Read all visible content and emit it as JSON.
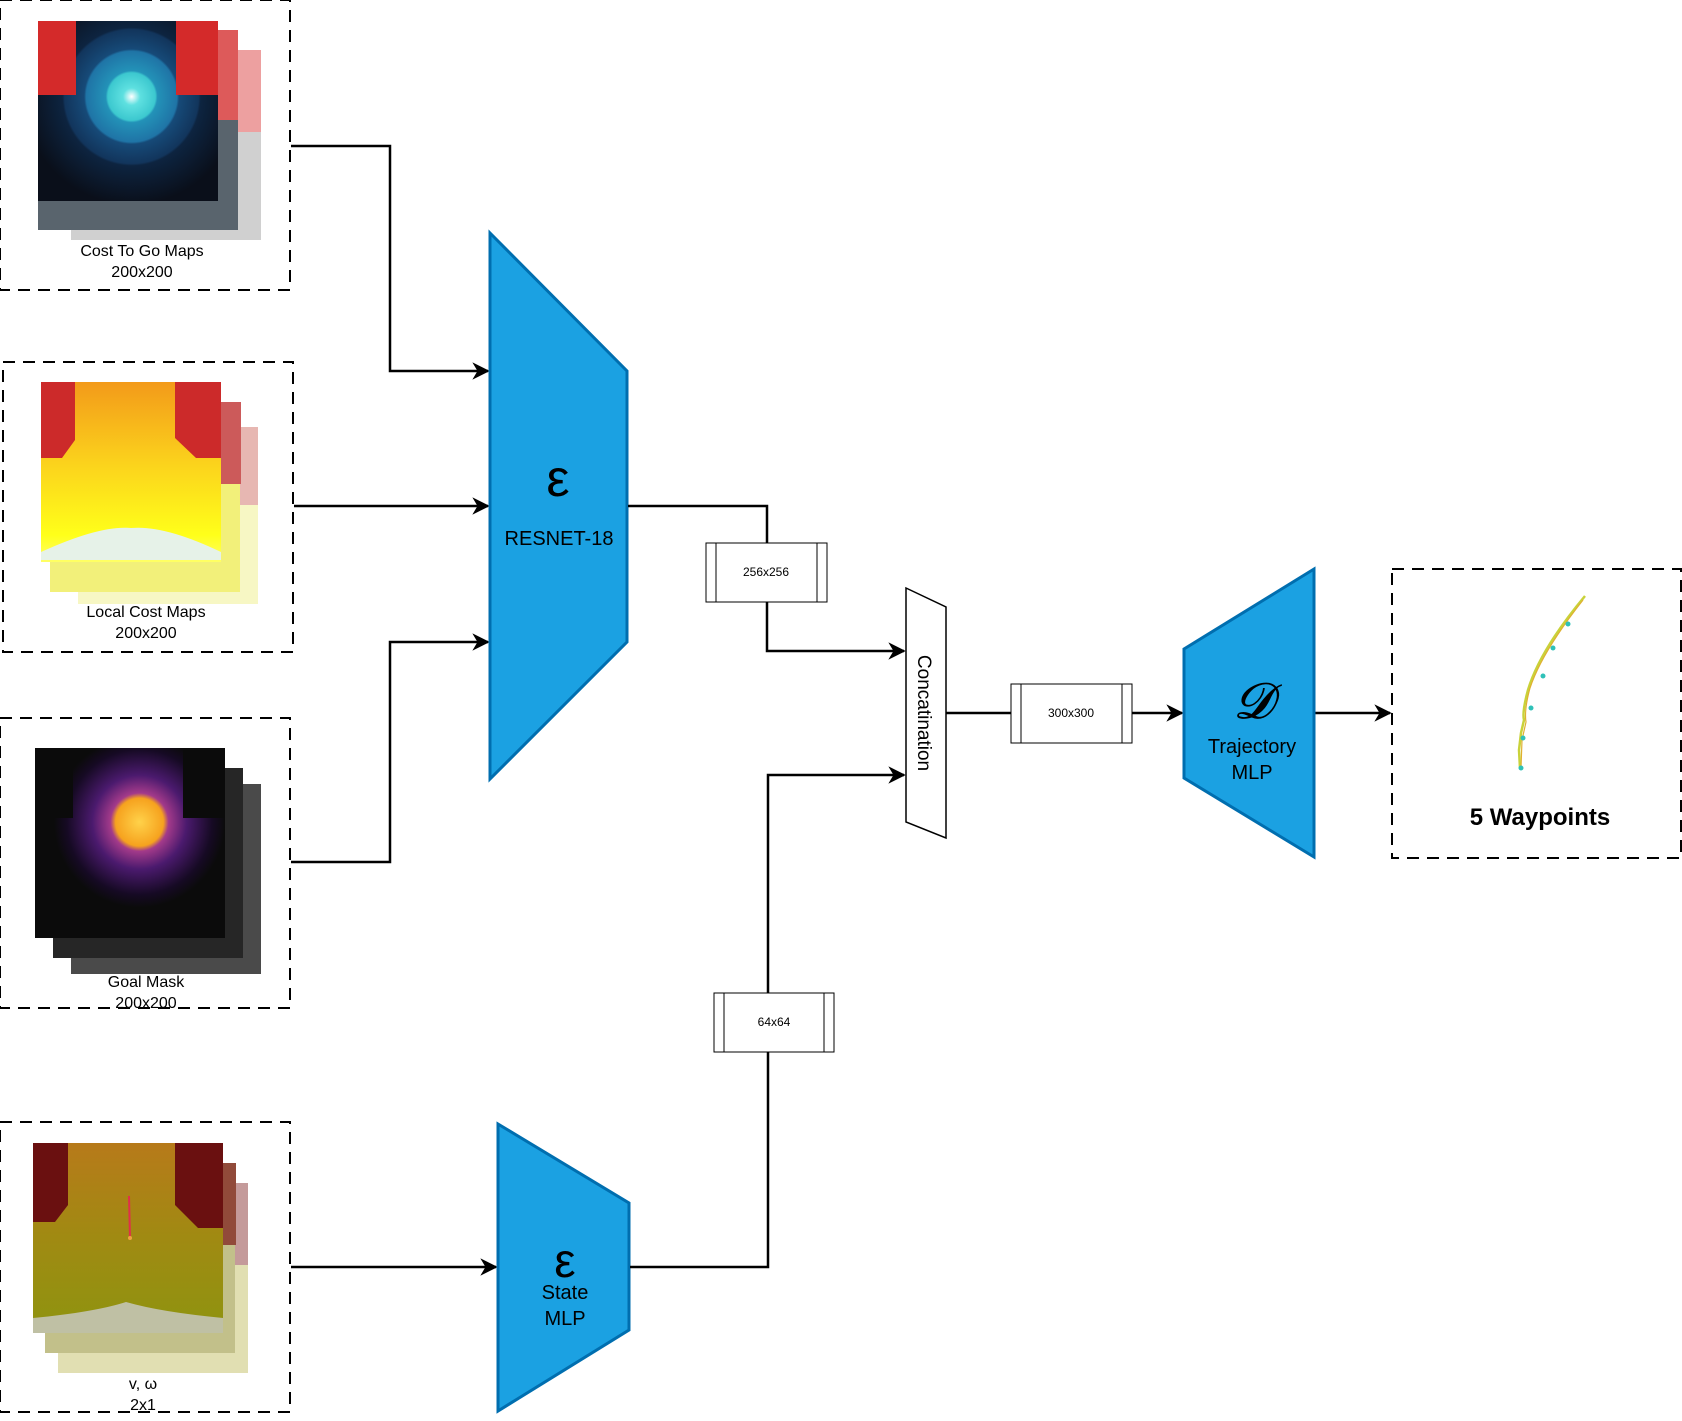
{
  "inputs": {
    "cost_to_go": {
      "title": "Cost To Go Maps",
      "size": "200x200"
    },
    "local_cost": {
      "title": "Local Cost Maps",
      "size": "200x200"
    },
    "goal_mask": {
      "title": "Goal Mask",
      "size": "200x200"
    },
    "state": {
      "title": "v, ω",
      "size": "2x1"
    }
  },
  "encoders": {
    "resnet": {
      "symbol": "ε",
      "label": "RESNET-18"
    },
    "state": {
      "symbol": "ε",
      "label_line1": "State",
      "label_line2": "MLP"
    }
  },
  "features": {
    "image": "256x256",
    "state": "64x64",
    "concat_out": "300x300"
  },
  "concatenation": {
    "label": "Concatination"
  },
  "decoder": {
    "symbol": "𝓓",
    "label_line1": "Trajectory",
    "label_line2": "MLP"
  },
  "output": {
    "title": "5 Waypoints"
  },
  "colors": {
    "block_fill": "#1ba1e2",
    "block_stroke": "#006eaf",
    "edge": "#000000"
  }
}
